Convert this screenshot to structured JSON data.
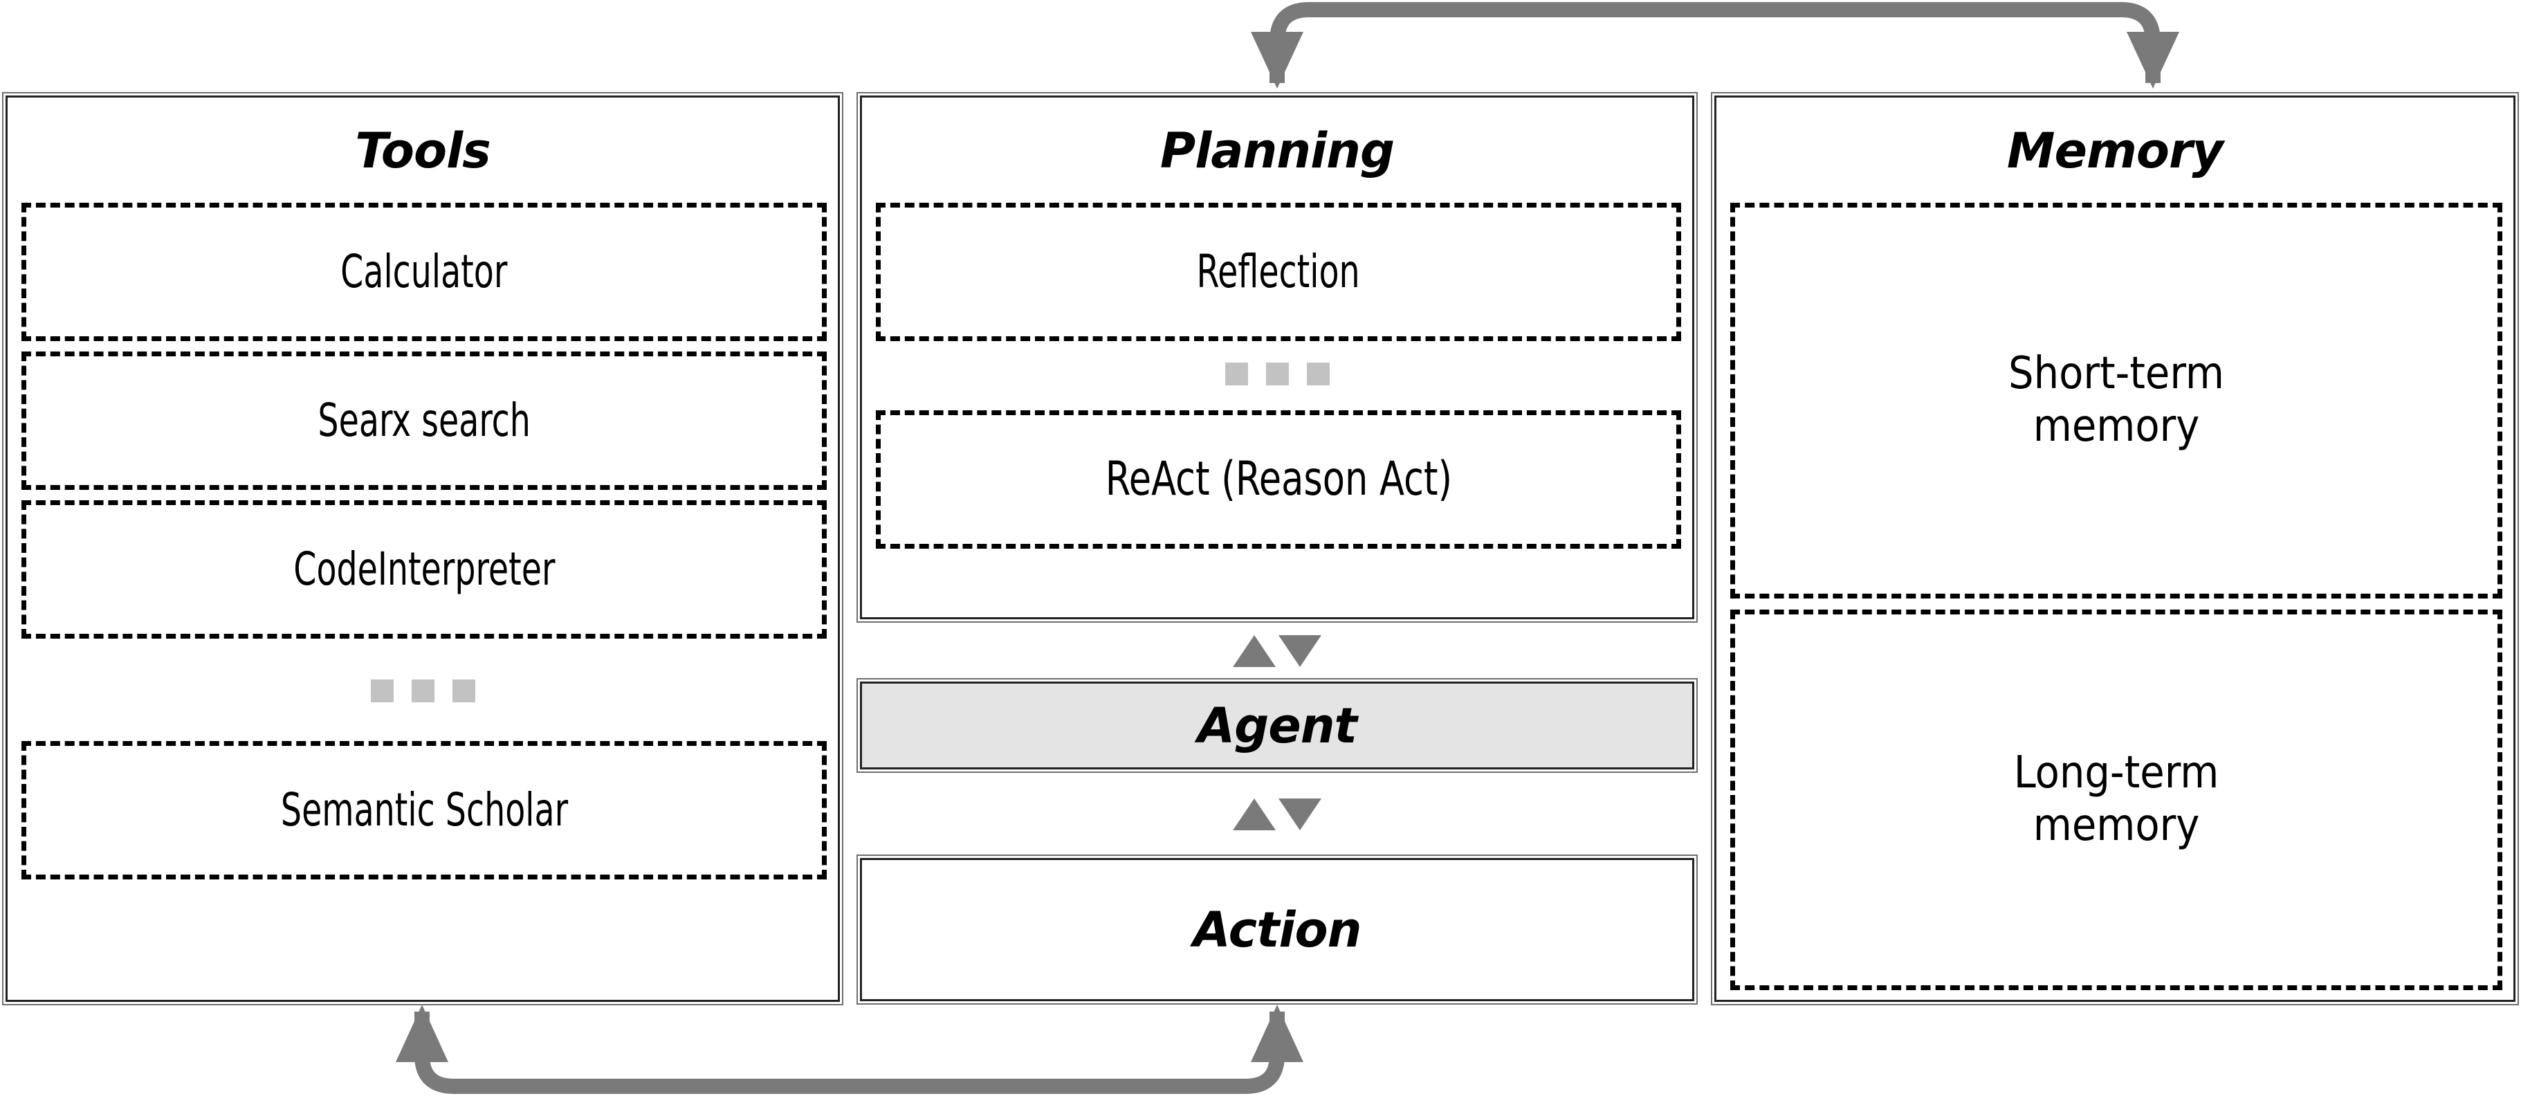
{
  "diagram": {
    "title_tools": "Tools",
    "title_planning": "Planning",
    "title_memory": "Memory",
    "agent_label": "Agent",
    "action_label": "Action",
    "ellipsis_glyph": "...",
    "colors": {
      "arrow_gray": "#7a7a7a",
      "ellipsis_gray": "#c2c2c2",
      "agent_fill": "#e4e4e4",
      "box_stroke": "#222222",
      "panel_outer_stroke": "#6f6f6f",
      "background": "#ffffff"
    }
  },
  "tools": {
    "title": "Tools",
    "items": [
      {
        "label": "Calculator"
      },
      {
        "label": "Searx search"
      },
      {
        "label": "CodeInterpreter"
      },
      {
        "label": "Semantic Scholar"
      }
    ],
    "ellipsis_after_index": 2
  },
  "planning": {
    "title": "Planning",
    "items": [
      {
        "label": "Reflection"
      },
      {
        "label": "ReAct (Reason Act)"
      }
    ],
    "ellipsis_after_index": 0
  },
  "memory": {
    "title": "Memory",
    "items": [
      {
        "label": "Short-term memory",
        "line1": "Short-term",
        "line2": "memory"
      },
      {
        "label": "Long-term memory",
        "line1": "Long-term",
        "line2": "memory"
      }
    ]
  },
  "core": {
    "agent": "Agent",
    "action": "Action"
  },
  "connections": [
    {
      "name": "agent-to-planning",
      "from": "Agent",
      "to": "Planning",
      "style": "bidirectional-vertical"
    },
    {
      "name": "agent-to-action",
      "from": "Agent",
      "to": "Action",
      "style": "bidirectional-vertical"
    },
    {
      "name": "planning-to-memory",
      "from": "Planning",
      "to": "Memory",
      "style": "curved-top-double-arrow"
    },
    {
      "name": "action-to-tools",
      "from": "Action",
      "to": "Tools",
      "style": "curved-bottom-double-arrow"
    }
  ]
}
